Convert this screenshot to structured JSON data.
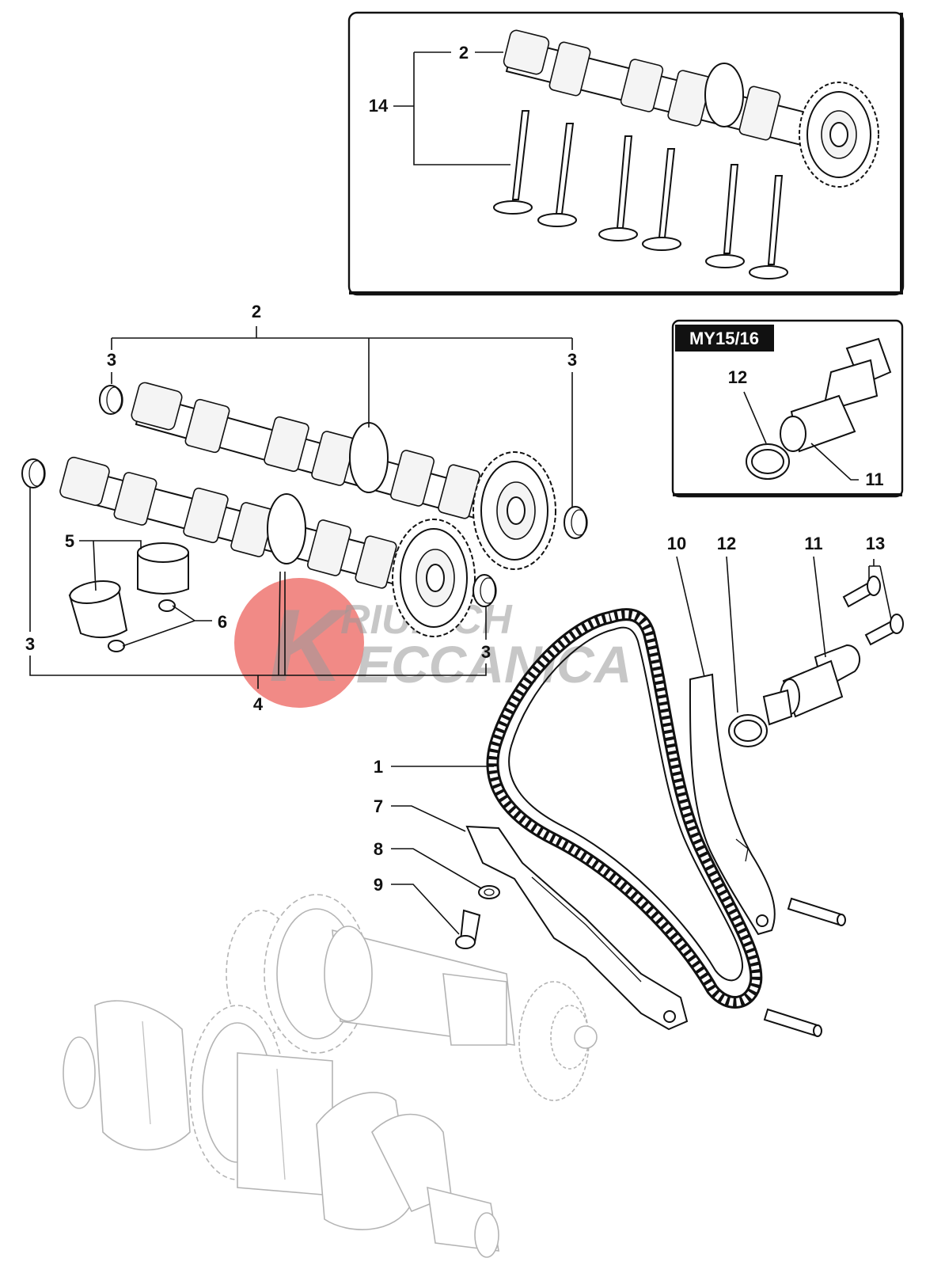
{
  "callouts": {
    "inset_2": "2",
    "inset_14": "14",
    "n2": "2",
    "n3_top_left": "3",
    "n3_top_right": "3",
    "n3_bottom_left": "3",
    "n3_bottom_right": "3",
    "n4": "4",
    "n5": "5",
    "n6": "6",
    "n1": "1",
    "n7": "7",
    "n8": "8",
    "n9": "9",
    "n10": "10",
    "n11": "11",
    "n12": "12",
    "n13": "13",
    "inset2_12": "12",
    "inset2_11": "11"
  },
  "inset_badge": "MY15/16",
  "watermark": {
    "line1": "RIUDICH",
    "line2": "ECCANICA",
    "logo_letter": "K",
    "logo_color": "#e9423c"
  },
  "icons": [
    "camshaft",
    "valve",
    "bucket-tappet",
    "shim",
    "cam-chain",
    "chain-guide",
    "chain-tensioner",
    "crankshaft",
    "gear"
  ]
}
